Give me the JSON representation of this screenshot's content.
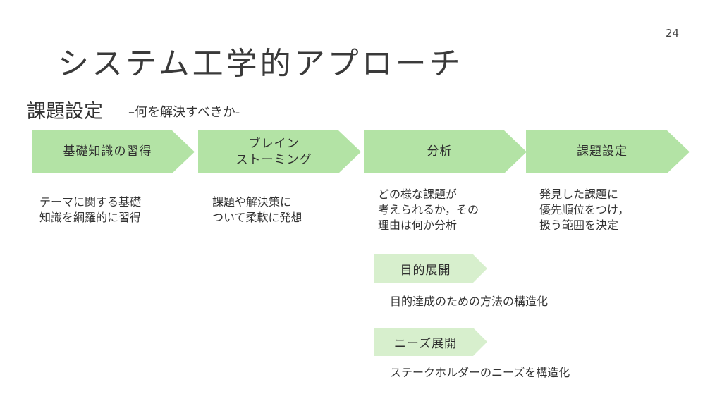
{
  "slide": {
    "page_number": "24",
    "title": "システム工学的アプローチ",
    "subtitle_main": "課題設定",
    "subtitle_sub": "–何を解決すべきか-"
  },
  "colors": {
    "accent": "#b3e3a5",
    "accent_sub": "#d7efcd"
  },
  "steps": [
    {
      "label": "基礎知識の習得",
      "description": "テーマに関する基礎\n知識を網羅的に習得"
    },
    {
      "label": "ブレイン\nストーミング",
      "description": "課題や解決策に\nついて柔軟に発想"
    },
    {
      "label": "分析",
      "description": "どの様な課題が\n考えられるか，その\n理由は何か分析"
    },
    {
      "label": "課題設定",
      "description": "発見した課題に\n優先順位をつけ，\n扱う範囲を決定"
    }
  ],
  "sub_steps": [
    {
      "label": "目的展開",
      "description": "目的達成のための方法の構造化"
    },
    {
      "label": "ニーズ展開",
      "description": "ステークホルダーのニーズを構造化"
    }
  ]
}
